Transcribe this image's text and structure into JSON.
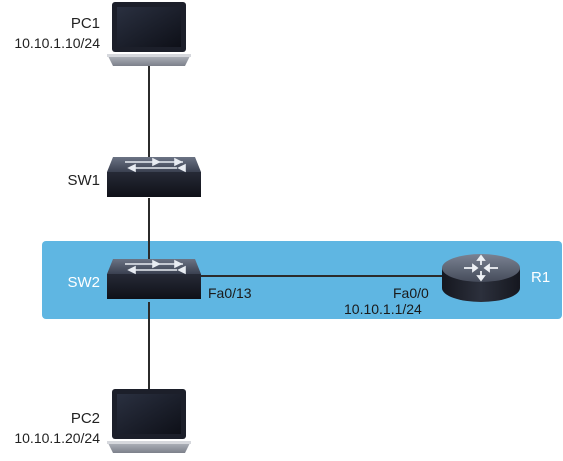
{
  "colors": {
    "highlight_zone": "#5fb6e2",
    "link": "#2b2b2b",
    "device_dark": "#1c1f2a"
  },
  "devices": {
    "pc1": {
      "name": "PC1",
      "ip": "10.10.1.10/24",
      "icon": "laptop-icon"
    },
    "sw1": {
      "name": "SW1",
      "icon": "switch-icon"
    },
    "sw2": {
      "name": "SW2",
      "icon": "switch-icon"
    },
    "r1": {
      "name": "R1",
      "icon": "router-icon"
    },
    "pc2": {
      "name": "PC2",
      "ip": "10.10.1.20/24",
      "icon": "laptop-icon"
    }
  },
  "links": {
    "sw2_r1": {
      "sw2_interface": "Fa0/13",
      "r1_interface": "Fa0/0",
      "r1_ip": "10.10.1.1/24"
    }
  }
}
